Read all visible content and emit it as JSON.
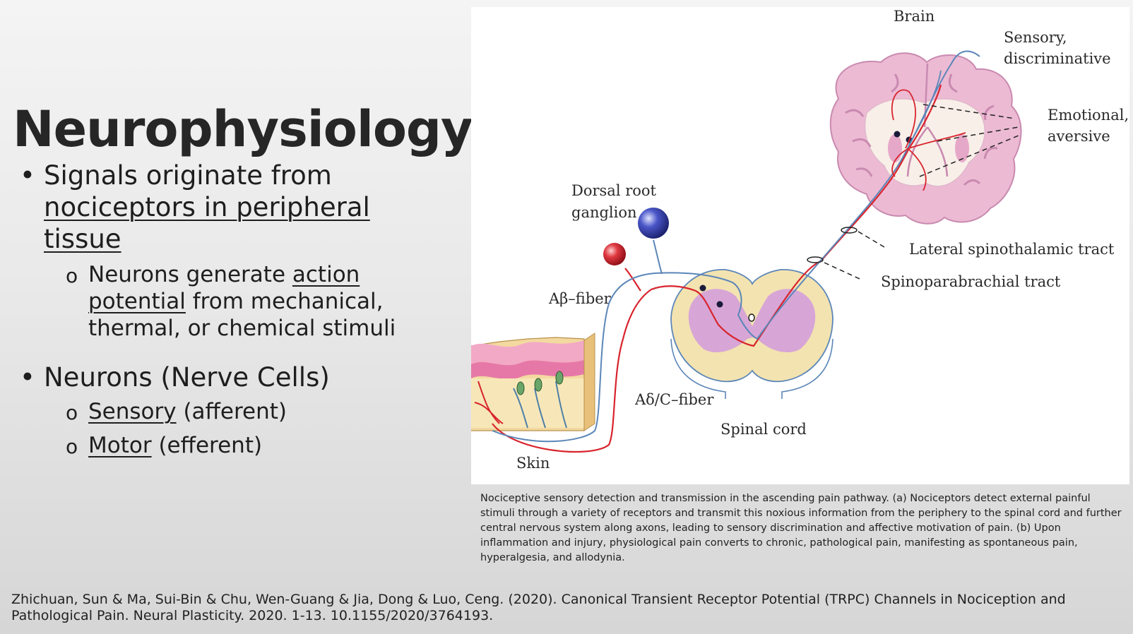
{
  "slide": {
    "title": "Neurophysiology",
    "bullets": {
      "b1_pre": "Signals originate from",
      "b1_link1": "nociceptors in peripheral",
      "b1_link2": "tissue",
      "b1_sub_pre": "Neurons generate",
      "b1_sub_link1": "action",
      "b1_sub_link2": "potential",
      "b1_sub_post1": " from mechanical,",
      "b1_sub_post2": "thermal, or chemical stimuli",
      "b2": "Neurons (Nerve Cells)",
      "b2_sub1_link": "Sensory",
      "b2_sub1_post": " (afferent)",
      "b2_sub2_link": "Motor",
      "b2_sub2_post": " (efferent)"
    },
    "bullet_glyph": "•",
    "sub_glyph": "o"
  },
  "figure": {
    "labels": {
      "brain": "Brain",
      "sensory1": "Sensory,",
      "sensory2": "discriminative",
      "emotional1": "Emotional,",
      "emotional2": "aversive",
      "drg1": "Dorsal root",
      "drg2": "ganglion",
      "abeta": "Aβ–fiber",
      "lst": "Lateral spinothalamic tract",
      "spb": "Spinoparabrachial tract",
      "adelta": "Aδ/C–fiber",
      "spinal": "Spinal cord",
      "skin": "Skin"
    },
    "colors": {
      "red_fiber": "#d8242e",
      "blue_fiber": "#5b86b8",
      "brain_pink": "#e9b6cf",
      "gray_matter": "#d7a6d6",
      "white_matter": "#f3e3b0",
      "drg_red": "#c81e2a",
      "drg_blue": "#3d48b8"
    }
  },
  "caption": "Nociceptive sensory detection and transmission in the ascending pain pathway. (a) Nociceptors detect external painful stimuli through a variety of receptors and transmit this noxious information from the periphery to the spinal cord and further central nervous system along axons, leading to sensory discrimination and affective motivation of pain. (b) Upon inflammation and injury, physiological pain converts to chronic, pathological pain, manifesting as spontaneous pain, hyperalgesia, and allodynia.",
  "citation": "Zhichuan, Sun & Ma, Sui-Bin & Chu, Wen-Guang & Jia, Dong & Luo, Ceng. (2020). Canonical Transient Receptor Potential (TRPC) Channels in Nociception and Pathological Pain. Neural Plasticity. 2020. 1-13. 10.1155/2020/3764193."
}
